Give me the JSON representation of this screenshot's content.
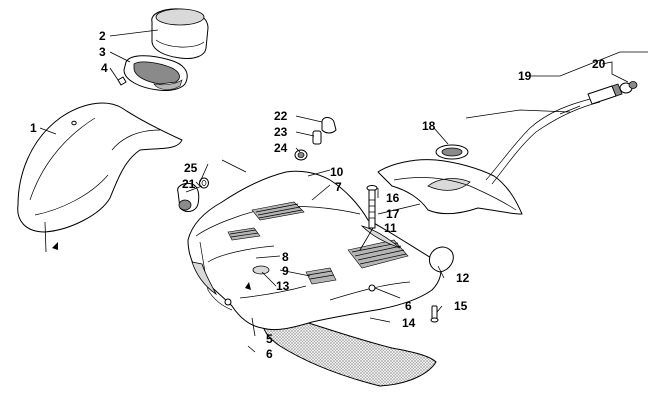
{
  "diagram": {
    "callouts": [
      "1",
      "2",
      "3",
      "4",
      "5",
      "6",
      "6",
      "7",
      "8",
      "9",
      "10",
      "11",
      "12",
      "13",
      "14",
      "15",
      "16",
      "17",
      "18",
      "19",
      "20",
      "21",
      "22",
      "23",
      "24",
      "25"
    ]
  }
}
